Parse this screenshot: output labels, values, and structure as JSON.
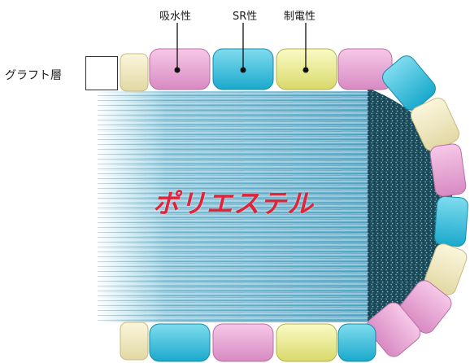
{
  "labels": {
    "absorbency": "吸水性",
    "sr": "SR性",
    "antistatic": "制電性",
    "graft_layer": "グラフト層"
  },
  "fiber_label": "ポリエステル",
  "colors": {
    "pink": "#e79ed1",
    "cyan": "#2fc4df",
    "yellow": "#eced90",
    "beige": "#f0e8bd",
    "fiber_blue": "#6fb6d4",
    "core_dark": "#1d4f5f",
    "text_red": "#e0243a"
  }
}
